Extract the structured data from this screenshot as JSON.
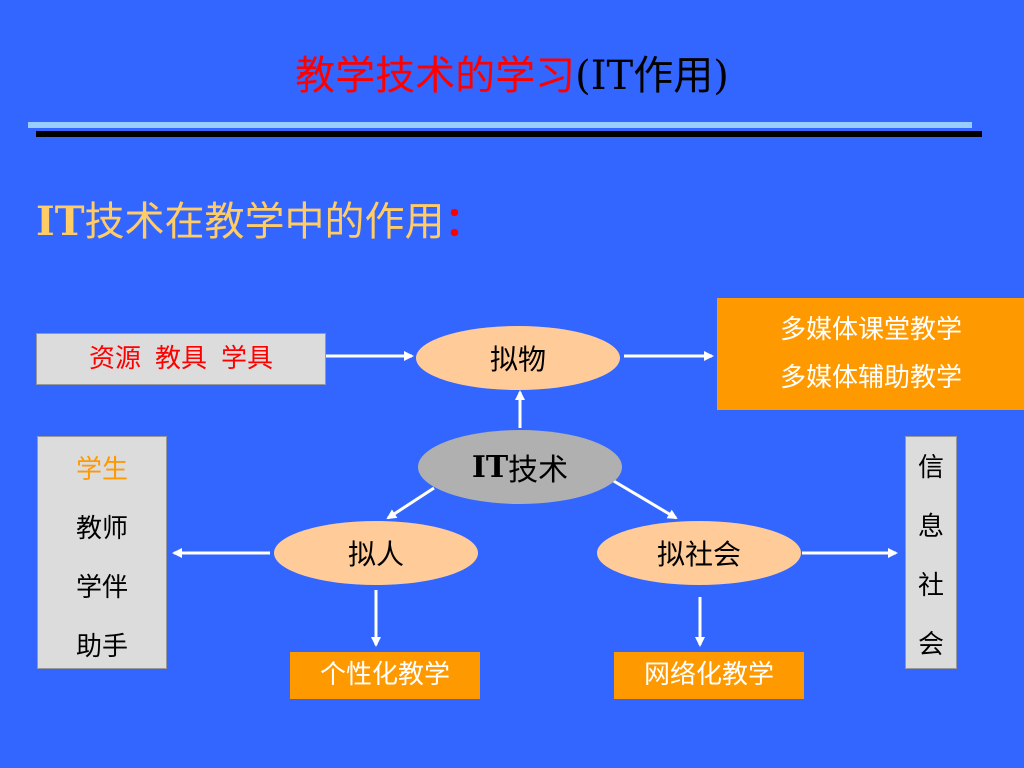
{
  "title": {
    "main": "教学技术的学习",
    "suffix": "(IT作用)"
  },
  "subtitle": {
    "lead": "IT",
    "text": "技术在教学中的作用",
    "colon": "："
  },
  "resources": {
    "items": [
      "资源",
      "教具",
      "学具"
    ]
  },
  "media_box": {
    "line1": "多媒体课堂教学",
    "line2": "多媒体辅助教学"
  },
  "roles": {
    "items": [
      "学生",
      "教师",
      "学伴",
      "助手"
    ]
  },
  "info_society": {
    "chars": [
      "信",
      "息",
      "社",
      "会"
    ]
  },
  "nodes": {
    "simulate_object": "拟物",
    "it_tech_lead": "IT",
    "it_tech_rest": "技术",
    "simulate_person": "拟人",
    "simulate_society": "拟社会"
  },
  "outputs": {
    "personalized": "个性化教学",
    "networked": "网络化教学"
  },
  "colors": {
    "background": "#3366ff",
    "title": "#ff0000",
    "subtitle": "#ffcc66",
    "orange_box": "#ff9900",
    "gray_box": "#dcdcdc",
    "peach_node": "#ffcc99",
    "center_node": "#b0b0b0",
    "arrow": "#ffffff"
  }
}
